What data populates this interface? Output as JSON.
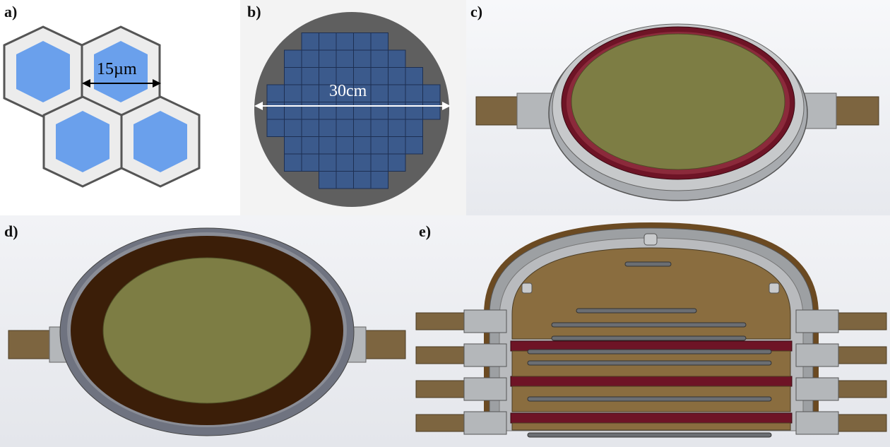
{
  "panels": {
    "a": {
      "label": "a)",
      "dimension": "15µm",
      "colors": {
        "pixel": "#6aa0ec",
        "frame": "#ececec",
        "stroke": "#555555"
      }
    },
    "b": {
      "label": "b)",
      "dimension": "30cm",
      "colors": {
        "wafer": "#5f5f5f",
        "die": "#3b5a8c",
        "die_line": "#1d2f52"
      }
    },
    "c": {
      "label": "c)",
      "colors": {
        "active": "#7d7d44",
        "seal": "#6e1426",
        "frame": "#bcbec0",
        "tab": "#7d6540"
      }
    },
    "d": {
      "label": "d)",
      "colors": {
        "active": "#7d7d44",
        "ring": "#3b1e08",
        "frame": "#8a8d96",
        "tab": "#7d6540"
      }
    },
    "e": {
      "label": "e)",
      "colors": {
        "plate": "#8a6d3f",
        "seal": "#6e1426",
        "frame": "#9da0a3",
        "tab": "#7d6540"
      }
    }
  }
}
